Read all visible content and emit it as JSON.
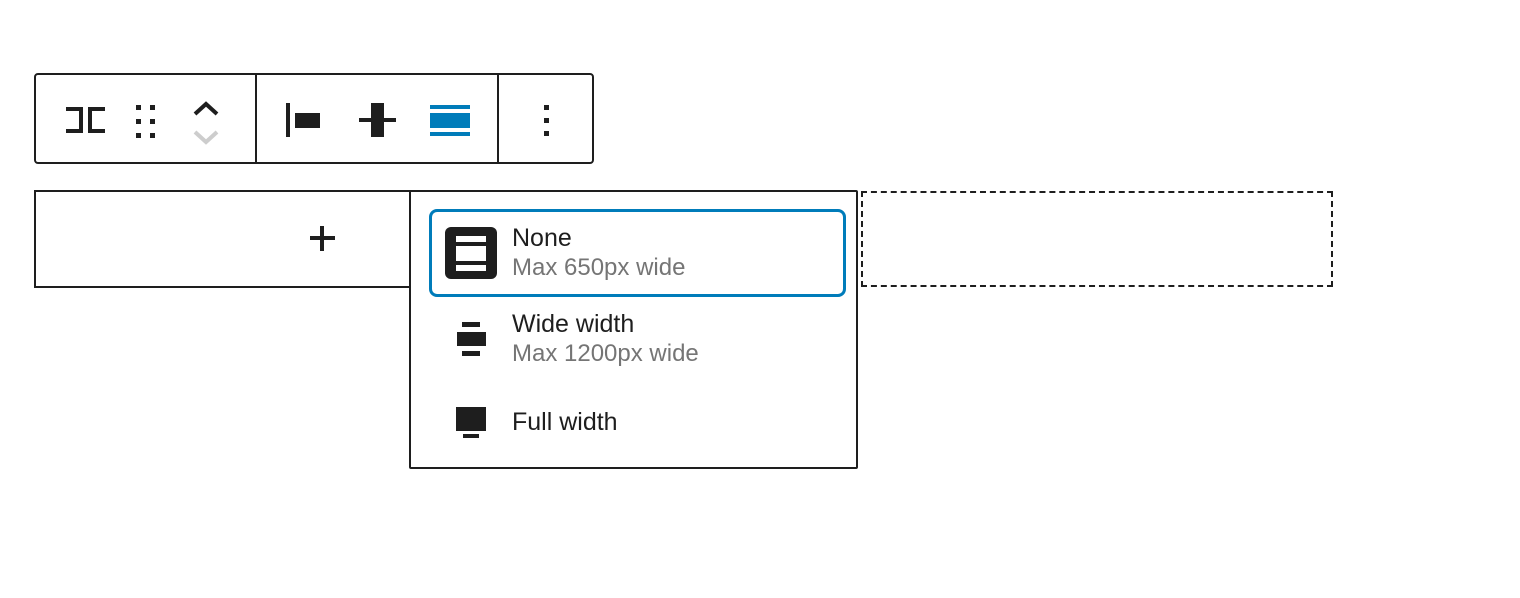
{
  "colors": {
    "accent": "#007cba",
    "ink": "#1e1e1e",
    "muted_text": "#757575",
    "disabled": "#cdcdcd",
    "background": "#ffffff"
  },
  "block_toolbar": {
    "groups": [
      {
        "buttons": [
          {
            "name": "block-switcher",
            "icon": "columns-block-icon"
          },
          {
            "name": "drag-handle",
            "icon": "drag-handle-icon"
          },
          {
            "name": "move-up",
            "icon": "chevron-up-icon",
            "disabled": false
          },
          {
            "name": "move-down",
            "icon": "chevron-down-icon",
            "disabled": true
          }
        ]
      },
      {
        "buttons": [
          {
            "name": "justify-items-left",
            "icon": "justify-left-icon",
            "active": false
          },
          {
            "name": "vertical-alignment",
            "icon": "vertical-align-center-icon",
            "active": false
          },
          {
            "name": "align",
            "icon": "align-none-icon",
            "active": true
          }
        ]
      },
      {
        "buttons": [
          {
            "name": "options",
            "icon": "kebab-menu-icon"
          }
        ]
      }
    ]
  },
  "content": {
    "appender": {
      "icon": "plus-icon"
    },
    "placeholder_column": {
      "style": "dashed-outline"
    }
  },
  "align_dropdown": {
    "items": [
      {
        "label": "None",
        "help": "Max 650px wide",
        "icon": "align-none-icon",
        "selected": true
      },
      {
        "label": "Wide width",
        "help": "Max 1200px wide",
        "icon": "align-wide-icon",
        "selected": false
      },
      {
        "label": "Full width",
        "help": "",
        "icon": "align-full-icon",
        "selected": false
      }
    ]
  },
  "icons": {
    "columns-block-icon": "bracket-pair ][",
    "drag-handle-icon": "six-dot-grid",
    "chevron-up-icon": "chevron-up",
    "chevron-down-icon": "chevron-down",
    "justify-left-icon": "left-bar-with-box",
    "vertical-align-center-icon": "box-through-center-line",
    "align-none-icon": "thin-thick-thin horizontal bars",
    "kebab-menu-icon": "vertical-ellipsis",
    "plus-icon": "plus-cross",
    "align-wide-icon": "narrow-wide-narrow bars",
    "align-full-icon": "full-box-with-underline"
  }
}
